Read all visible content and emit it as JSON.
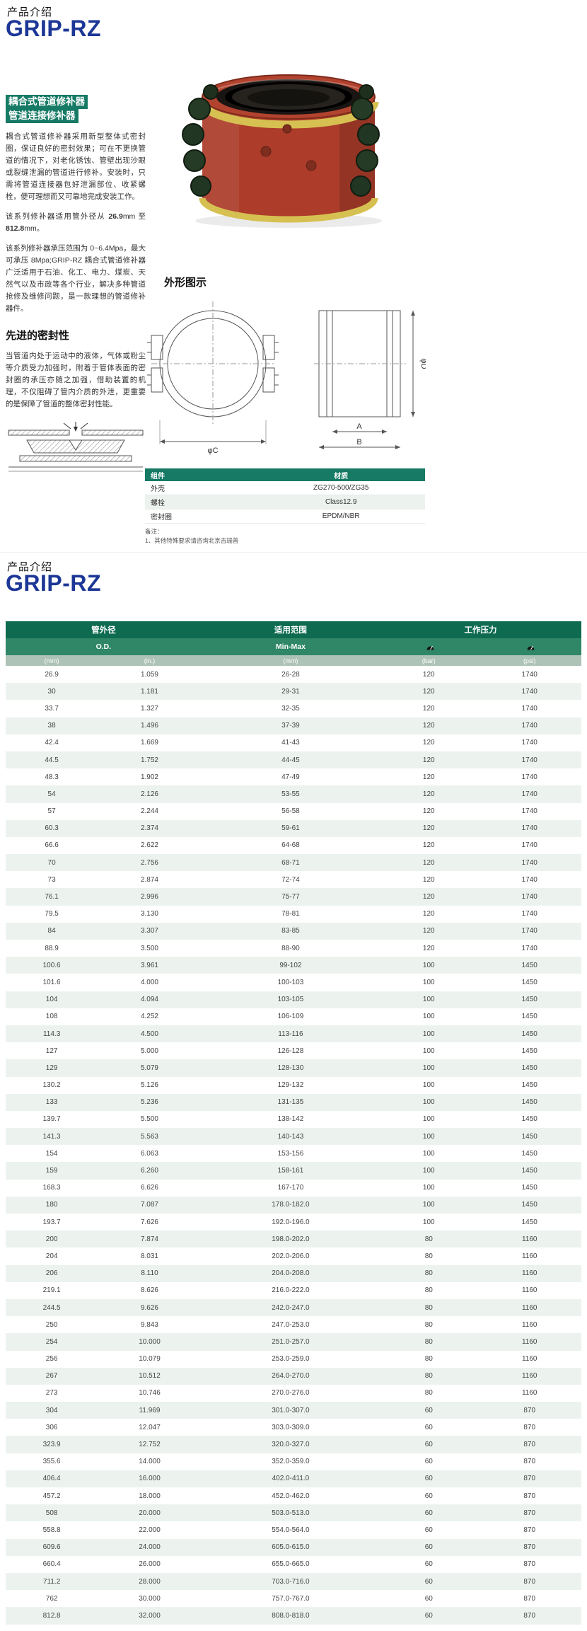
{
  "colors": {
    "brand_blue": "#1c3796",
    "teal": "#167a65",
    "table_header_dark": "#0e6b50",
    "table_header_mid": "#2f8767",
    "table_header_light": "#aec3b7",
    "row_stripe": "#ecf3ee"
  },
  "page1": {
    "kicker": "产品介绍",
    "title": "GRIP-RZ",
    "highlight_lines": [
      "耦合式管道修补器",
      "管道连接修补器"
    ],
    "p1": "耦合式管道修补器采用新型整体式密封圈，保证良好的密封效果；可在不更换管道的情况下，对老化锈蚀、管壁出现沙眼或裂缝泄漏的管道进行修补。安装时，只需将管道连接器包好泄漏部位、收紧螺栓，便可理想而又可靠地完成安装工作。",
    "p2_before": "该系列修补器适用管外径从 ",
    "p2_bold1": "26.9",
    "p2_mid": "mm 至 ",
    "p2_bold2": "812.8",
    "p2_after": "mm。",
    "p3": "该系列修补器承压范围为 0~6.4Mpa，最大可承压 8Mpa;GRIP-RZ 耦合式管道修补器广泛适用于石油、化工、电力、煤炭、天然气以及市政等各个行业，解决多种管道抢修及维修问题，是一款理想的管道修补器件。",
    "sealing_heading": "先进的密封性",
    "sealing_text": "当管道内处于运动中的液体，气体或粉尘等介质受力加强时，附着于管体表面的密封圈的承压亦随之加强，借助装置的机理，不仅阻碍了管内介质的外泄，更重要的是保障了管道的整体密封性能。",
    "outline_heading": "外形图示",
    "outline_labels": {
      "front_dia": "φC",
      "side_dia": "φD",
      "dim_a": "A",
      "dim_b": "B"
    },
    "materials_table": {
      "headers": [
        "组件",
        "材质"
      ],
      "rows": [
        [
          "外壳",
          "ZG270-500/ZG35"
        ],
        [
          "螺栓",
          "Class12.9"
        ],
        [
          "密封圈",
          "EPDM/NBR"
        ]
      ]
    },
    "note_title": "备注：",
    "note_line": "1、其他特殊要求请咨询北京吉瑞普"
  },
  "page2": {
    "kicker": "产品介绍",
    "title": "GRIP-RZ"
  },
  "spec_table": {
    "header_row1": [
      "管外径",
      "适用范围",
      "工作压力"
    ],
    "header_row2": [
      "O.D.",
      "Min-Max"
    ],
    "header_row3": [
      "(mm)",
      "(in.)",
      "(mm)",
      "(bar)",
      "(psi)"
    ],
    "pressure_icons": [
      "pressure-gauge-bar",
      "pressure-gauge-psi"
    ],
    "rows": [
      [
        "26.9",
        "1.059",
        "26-28",
        "120",
        "1740"
      ],
      [
        "30",
        "1.181",
        "29-31",
        "120",
        "1740"
      ],
      [
        "33.7",
        "1.327",
        "32-35",
        "120",
        "1740"
      ],
      [
        "38",
        "1.496",
        "37-39",
        "120",
        "1740"
      ],
      [
        "42.4",
        "1.669",
        "41-43",
        "120",
        "1740"
      ],
      [
        "44.5",
        "1.752",
        "44-45",
        "120",
        "1740"
      ],
      [
        "48.3",
        "1.902",
        "47-49",
        "120",
        "1740"
      ],
      [
        "54",
        "2.126",
        "53-55",
        "120",
        "1740"
      ],
      [
        "57",
        "2.244",
        "56-58",
        "120",
        "1740"
      ],
      [
        "60.3",
        "2.374",
        "59-61",
        "120",
        "1740"
      ],
      [
        "66.6",
        "2.622",
        "64-68",
        "120",
        "1740"
      ],
      [
        "70",
        "2.756",
        "68-71",
        "120",
        "1740"
      ],
      [
        "73",
        "2.874",
        "72-74",
        "120",
        "1740"
      ],
      [
        "76.1",
        "2.996",
        "75-77",
        "120",
        "1740"
      ],
      [
        "79.5",
        "3.130",
        "78-81",
        "120",
        "1740"
      ],
      [
        "84",
        "3.307",
        "83-85",
        "120",
        "1740"
      ],
      [
        "88.9",
        "3.500",
        "88-90",
        "120",
        "1740"
      ],
      [
        "100.6",
        "3.961",
        "99-102",
        "100",
        "1450"
      ],
      [
        "101.6",
        "4.000",
        "100-103",
        "100",
        "1450"
      ],
      [
        "104",
        "4.094",
        "103-105",
        "100",
        "1450"
      ],
      [
        "108",
        "4.252",
        "106-109",
        "100",
        "1450"
      ],
      [
        "114.3",
        "4.500",
        "113-116",
        "100",
        "1450"
      ],
      [
        "127",
        "5.000",
        "126-128",
        "100",
        "1450"
      ],
      [
        "129",
        "5.079",
        "128-130",
        "100",
        "1450"
      ],
      [
        "130.2",
        "5.126",
        "129-132",
        "100",
        "1450"
      ],
      [
        "133",
        "5.236",
        "131-135",
        "100",
        "1450"
      ],
      [
        "139.7",
        "5.500",
        "138-142",
        "100",
        "1450"
      ],
      [
        "141.3",
        "5.563",
        "140-143",
        "100",
        "1450"
      ],
      [
        "154",
        "6.063",
        "153-156",
        "100",
        "1450"
      ],
      [
        "159",
        "6.260",
        "158-161",
        "100",
        "1450"
      ],
      [
        "168.3",
        "6.626",
        "167-170",
        "100",
        "1450"
      ],
      [
        "180",
        "7.087",
        "178.0-182.0",
        "100",
        "1450"
      ],
      [
        "193.7",
        "7.626",
        "192.0-196.0",
        "100",
        "1450"
      ],
      [
        "200",
        "7.874",
        "198.0-202.0",
        "80",
        "1160"
      ],
      [
        "204",
        "8.031",
        "202.0-206.0",
        "80",
        "1160"
      ],
      [
        "206",
        "8.110",
        "204.0-208.0",
        "80",
        "1160"
      ],
      [
        "219.1",
        "8.626",
        "216.0-222.0",
        "80",
        "1160"
      ],
      [
        "244.5",
        "9.626",
        "242.0-247.0",
        "80",
        "1160"
      ],
      [
        "250",
        "9.843",
        "247.0-253.0",
        "80",
        "1160"
      ],
      [
        "254",
        "10.000",
        "251.0-257.0",
        "80",
        "1160"
      ],
      [
        "256",
        "10.079",
        "253.0-259.0",
        "80",
        "1160"
      ],
      [
        "267",
        "10.512",
        "264.0-270.0",
        "80",
        "1160"
      ],
      [
        "273",
        "10.746",
        "270.0-276.0",
        "80",
        "1160"
      ],
      [
        "304",
        "11.969",
        "301.0-307.0",
        "60",
        "870"
      ],
      [
        "306",
        "12.047",
        "303.0-309.0",
        "60",
        "870"
      ],
      [
        "323.9",
        "12.752",
        "320.0-327.0",
        "60",
        "870"
      ],
      [
        "355.6",
        "14.000",
        "352.0-359.0",
        "60",
        "870"
      ],
      [
        "406.4",
        "16.000",
        "402.0-411.0",
        "60",
        "870"
      ],
      [
        "457.2",
        "18.000",
        "452.0-462.0",
        "60",
        "870"
      ],
      [
        "508",
        "20.000",
        "503.0-513.0",
        "60",
        "870"
      ],
      [
        "558.8",
        "22.000",
        "554.0-564.0",
        "60",
        "870"
      ],
      [
        "609.6",
        "24.000",
        "605.0-615.0",
        "60",
        "870"
      ],
      [
        "660.4",
        "26.000",
        "655.0-665.0",
        "60",
        "870"
      ],
      [
        "711.2",
        "28.000",
        "703.0-716.0",
        "60",
        "870"
      ],
      [
        "762",
        "30.000",
        "757.0-767.0",
        "60",
        "870"
      ],
      [
        "812.8",
        "32.000",
        "808.0-818.0",
        "60",
        "870"
      ]
    ]
  }
}
